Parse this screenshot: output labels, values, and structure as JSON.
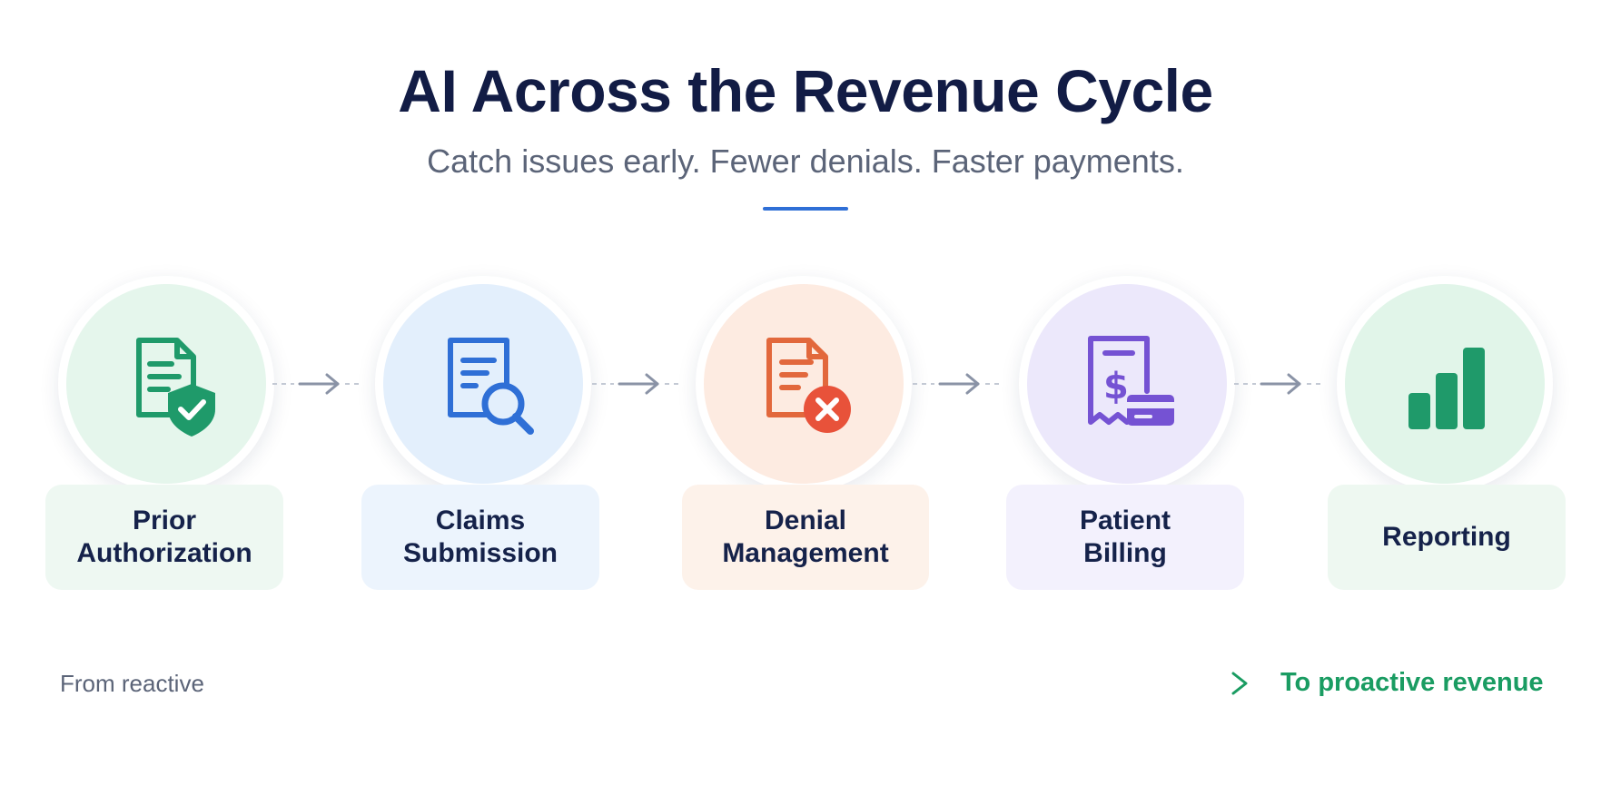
{
  "header": {
    "title": "AI Across the Revenue Cycle",
    "subtitle": "Catch issues early. Fewer denials. Faster payments."
  },
  "steps": [
    {
      "line1": "Prior",
      "line2": "Authorization",
      "icon": "document-shield-check-icon",
      "color": "#1f9a6a"
    },
    {
      "line1": "Claims",
      "line2": "Submission",
      "icon": "document-magnifier-icon",
      "color": "#2f6fd6"
    },
    {
      "line1": "Denial",
      "line2": "Management",
      "icon": "document-x-icon",
      "color": "#e2683c"
    },
    {
      "line1": "Patient",
      "line2": "Billing",
      "icon": "receipt-card-icon",
      "color": "#7552d3"
    },
    {
      "line1": "Reporting",
      "line2": "",
      "icon": "bar-chart-icon",
      "color": "#1f9a6a"
    }
  ],
  "footer": {
    "from_label": "From reactive",
    "to_label": "To proactive revenue"
  },
  "colors": {
    "title": "#121c45",
    "accent_blue": "#2f6fd6",
    "accent_green": "#1a9c62",
    "connector": "#8a93a6"
  }
}
